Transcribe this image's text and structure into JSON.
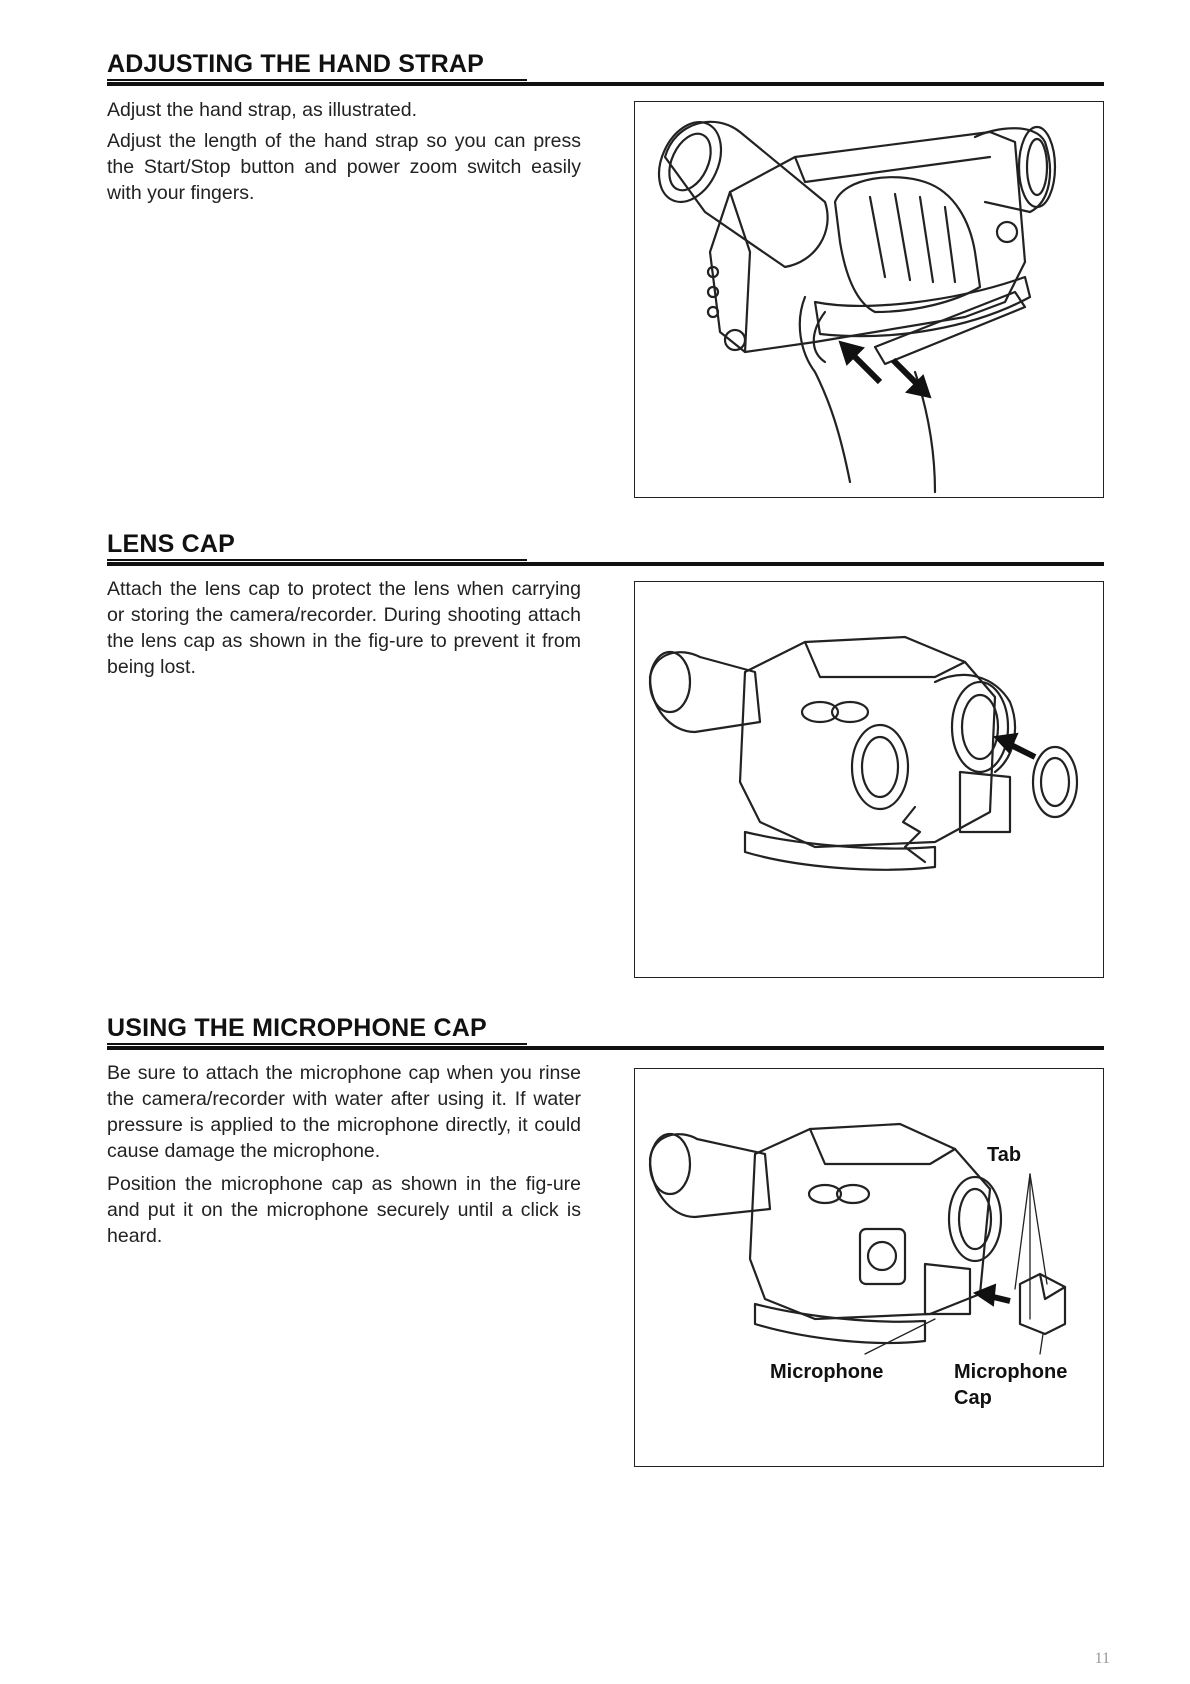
{
  "sections": [
    {
      "title": "ADJUSTING THE HAND STRAP",
      "paragraphs": [
        "Adjust the hand strap, as illustrated.",
        "Adjust the length of the hand strap so you can press the Start/Stop button and power zoom switch easily with your fingers."
      ]
    },
    {
      "title": "LENS CAP",
      "paragraphs": [
        "Attach the lens cap to protect the lens when carrying or storing the camera/recorder. During shooting attach the lens cap as shown in the fig-ure to prevent it from being lost."
      ]
    },
    {
      "title": "USING THE MICROPHONE CAP",
      "paragraphs": [
        "Be sure to attach the microphone cap when you rinse the camera/recorder with water after using it. If water pressure is applied to the microphone directly, it could cause damage the microphone.",
        "Position the microphone cap as shown in the fig-ure and put it on the microphone securely until a click is heard."
      ],
      "figure_labels": {
        "tab": "Tab",
        "microphone": "Microphone",
        "microphone_cap": "Microphone\nCap"
      }
    }
  ],
  "page_number": "11"
}
